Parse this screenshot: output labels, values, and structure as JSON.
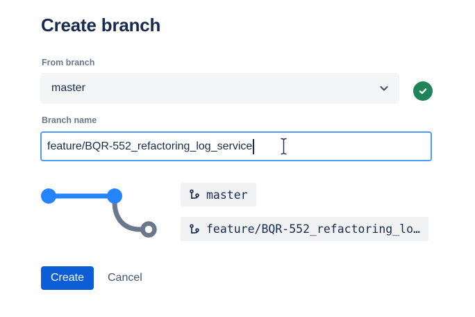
{
  "dialog": {
    "title": "Create branch"
  },
  "form": {
    "from_branch": {
      "label": "From branch",
      "value": "master",
      "validation_status": "valid"
    },
    "branch_name": {
      "label": "Branch name",
      "value": "feature/BQR-552_refactoring_log_service"
    }
  },
  "diagram": {
    "branches": [
      {
        "label": "master"
      },
      {
        "label": "feature/BQR-552_refactoring_lo…"
      }
    ]
  },
  "actions": {
    "create_label": "Create",
    "cancel_label": "Cancel"
  },
  "icons": {
    "chevron_down": "⌄",
    "check": "✓",
    "git_branch": "branch-glyph",
    "ibeam_cursor": "text-select-pointer"
  },
  "colors": {
    "primary_button_blue": "#0C5DD6",
    "focus_border_blue": "#4C9AFF",
    "diagram_blue": "#2684FF",
    "diagram_gray": "#6B778C",
    "success_green": "#1F845A",
    "text_dark_navy": "#172B4D",
    "label_gray": "#6B778C",
    "field_background": "#F4F5F7",
    "chip_background": "#F1F2F4"
  }
}
